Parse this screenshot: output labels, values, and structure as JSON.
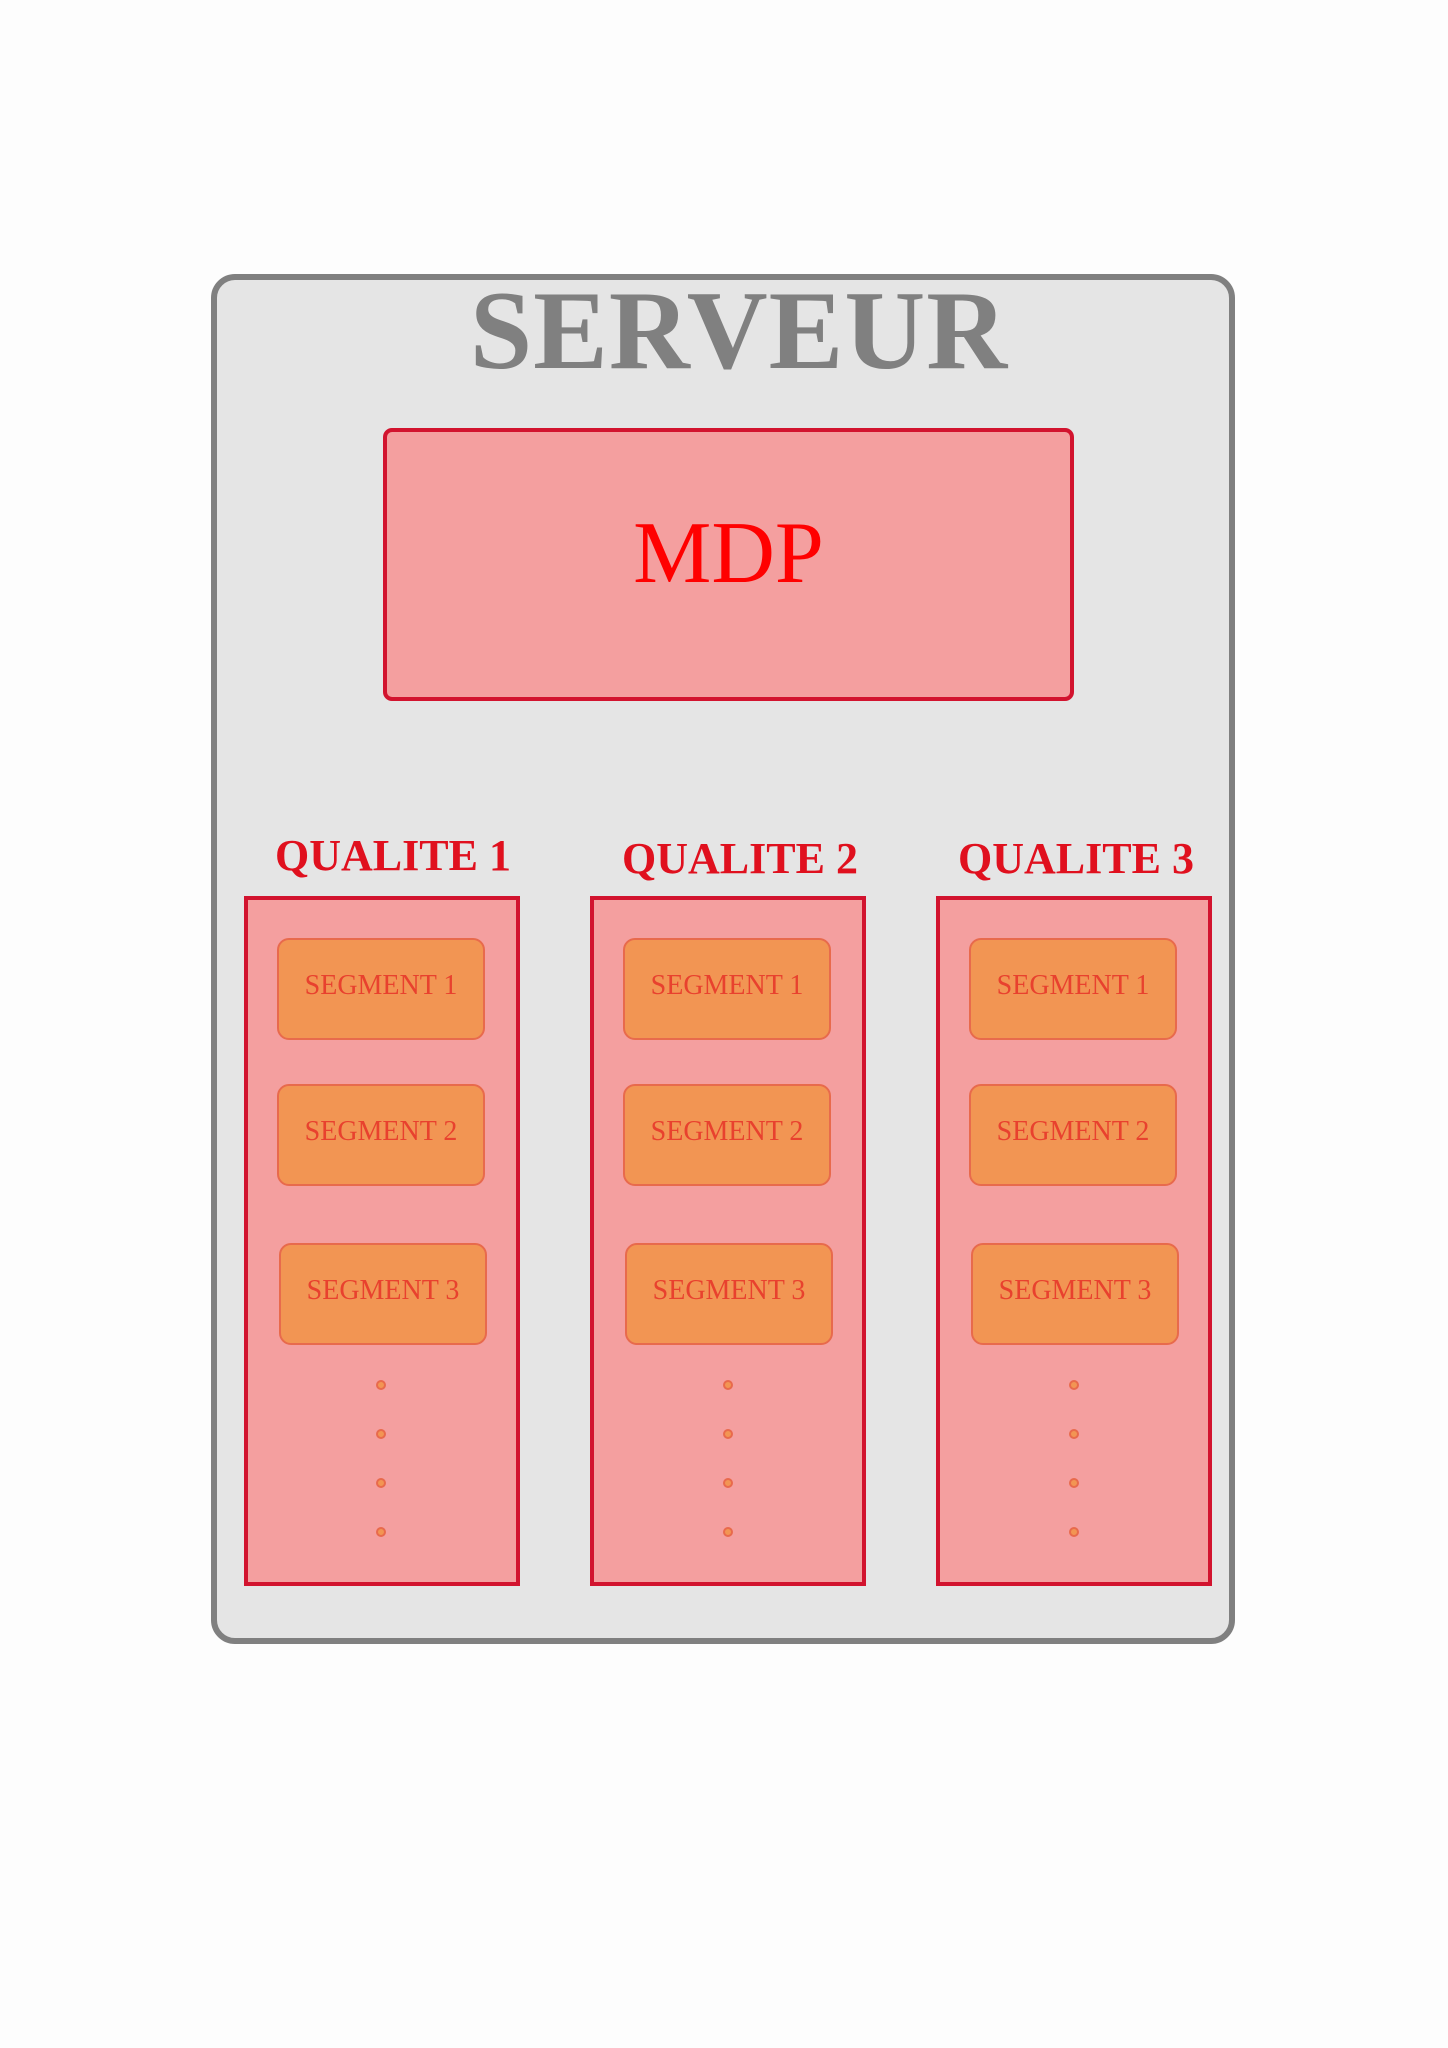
{
  "server": {
    "title": "SERVEUR"
  },
  "mdp": {
    "label": "MDP"
  },
  "qualities": [
    {
      "title": "QUALITE 1",
      "segments": [
        "SEGMENT 1",
        "SEGMENT 2",
        "SEGMENT 3"
      ]
    },
    {
      "title": "QUALITE 2",
      "segments": [
        "SEGMENT 1",
        "SEGMENT 2",
        "SEGMENT 3"
      ]
    },
    {
      "title": "QUALITE 3",
      "segments": [
        "SEGMENT 1",
        "SEGMENT 2",
        "SEGMENT 3"
      ]
    }
  ],
  "colors": {
    "server_fill": "#e5e5e5",
    "server_border": "#808080",
    "box_fill": "#f49f9f",
    "box_border": "#d2132e",
    "mdp_text": "#ff0000",
    "quality_text": "#e0101e",
    "segment_fill": "#f29553",
    "segment_text": "#e8412e"
  }
}
